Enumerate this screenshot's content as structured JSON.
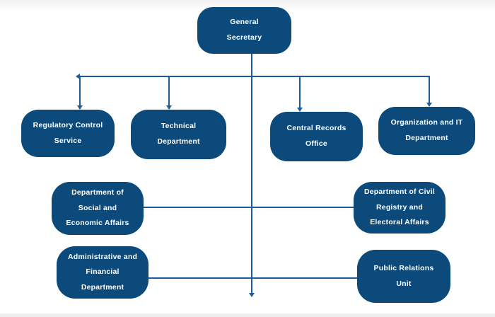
{
  "palette": {
    "node_fill": "#0d4a7c",
    "node_text": "#ffffff",
    "connector": "#1d5c99",
    "top_fade": "#f1f1f4",
    "bottom_bar": "#efeff2"
  },
  "org_chart": {
    "type": "organization-chart",
    "nodes": [
      {
        "id": "general-secretary",
        "lines": [
          "General",
          "Secretary"
        ],
        "parent": null
      },
      {
        "id": "regulatory-control-service",
        "lines": [
          "Regulatory Control",
          "Service"
        ],
        "parent": "general-secretary"
      },
      {
        "id": "technical-department",
        "lines": [
          "Technical",
          "Department"
        ],
        "parent": "general-secretary"
      },
      {
        "id": "central-records-office",
        "lines": [
          "Central Records",
          "Office"
        ],
        "parent": "general-secretary"
      },
      {
        "id": "organization-and-it-department",
        "lines": [
          "Organization and IT",
          "Department"
        ],
        "parent": "general-secretary"
      },
      {
        "id": "department-of-social-and-economic-affairs",
        "lines": [
          "Department of",
          "Social and",
          "Economic Affairs"
        ],
        "parent": "general-secretary"
      },
      {
        "id": "department-of-civil-registry-and-electoral-affairs",
        "lines": [
          "Department of Civil",
          "Registry and",
          "Electoral Affairs"
        ],
        "parent": "general-secretary"
      },
      {
        "id": "administrative-and-financial-department",
        "lines": [
          "Administrative and",
          "Financial",
          "Department"
        ],
        "parent": "general-secretary"
      },
      {
        "id": "public-relations-unit",
        "lines": [
          "Public Relations",
          "Unit"
        ],
        "parent": "general-secretary"
      }
    ]
  }
}
